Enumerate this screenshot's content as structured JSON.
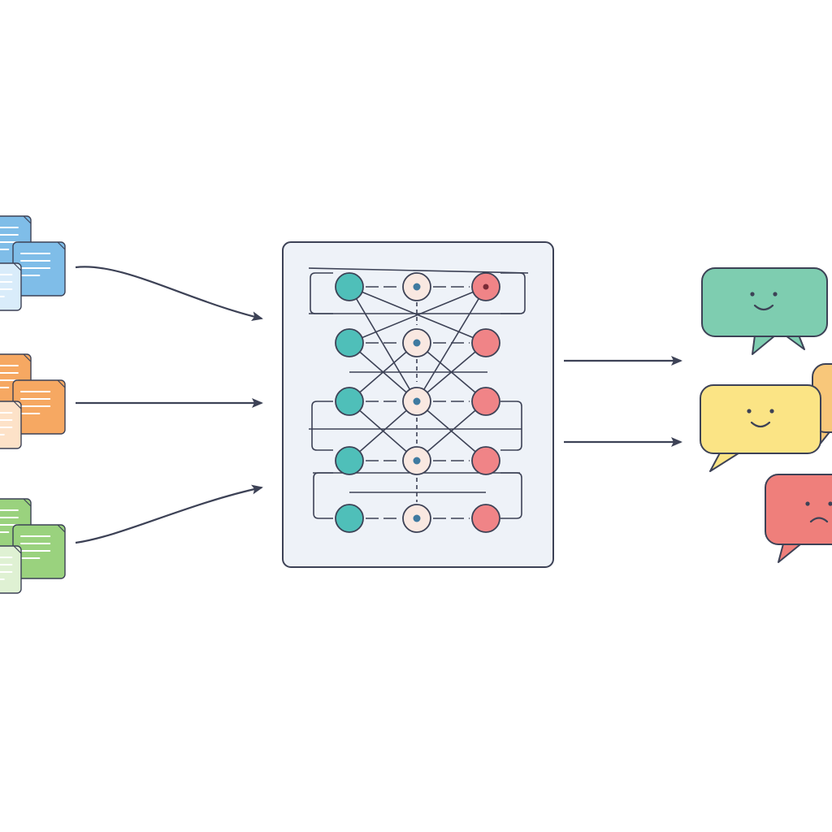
{
  "diagram": {
    "description_free": true,
    "colors": {
      "background": "#ffffff",
      "stroke": "#3d4256",
      "panel_fill": "#eef2f8",
      "blue_doc": "#7fbde8",
      "blue_doc_light": "#d9ecfa",
      "orange_doc": "#f6a862",
      "orange_doc_light": "#fde2c8",
      "green_doc": "#9ad27e",
      "green_doc_light": "#dff1d3",
      "node_teal": "#4fbfb9",
      "node_cream": "#f9e8e1",
      "node_red": "#f08487",
      "bubble_green": "#7ecdb0",
      "bubble_yellow": "#fbe485",
      "bubble_orange": "#f8c77a",
      "bubble_red": "#ef7f7b"
    },
    "input_groups": [
      {
        "name": "blue-documents",
        "color_key": "blue_doc",
        "light_key": "blue_doc_light"
      },
      {
        "name": "orange-documents",
        "color_key": "orange_doc",
        "light_key": "orange_doc_light"
      },
      {
        "name": "green-documents",
        "color_key": "green_doc",
        "light_key": "green_doc_light"
      }
    ],
    "network": {
      "rows": 5,
      "columns": [
        "teal",
        "cream",
        "red"
      ]
    },
    "outputs": [
      {
        "name": "positive-bubble",
        "color_key": "bubble_green",
        "face": "smile-icon"
      },
      {
        "name": "neutral-bubble",
        "color_key": "bubble_yellow",
        "face": "smile-icon"
      },
      {
        "name": "partial-bubble",
        "color_key": "bubble_orange",
        "face": "none"
      },
      {
        "name": "negative-bubble",
        "color_key": "bubble_red",
        "face": "frown-icon"
      }
    ]
  }
}
